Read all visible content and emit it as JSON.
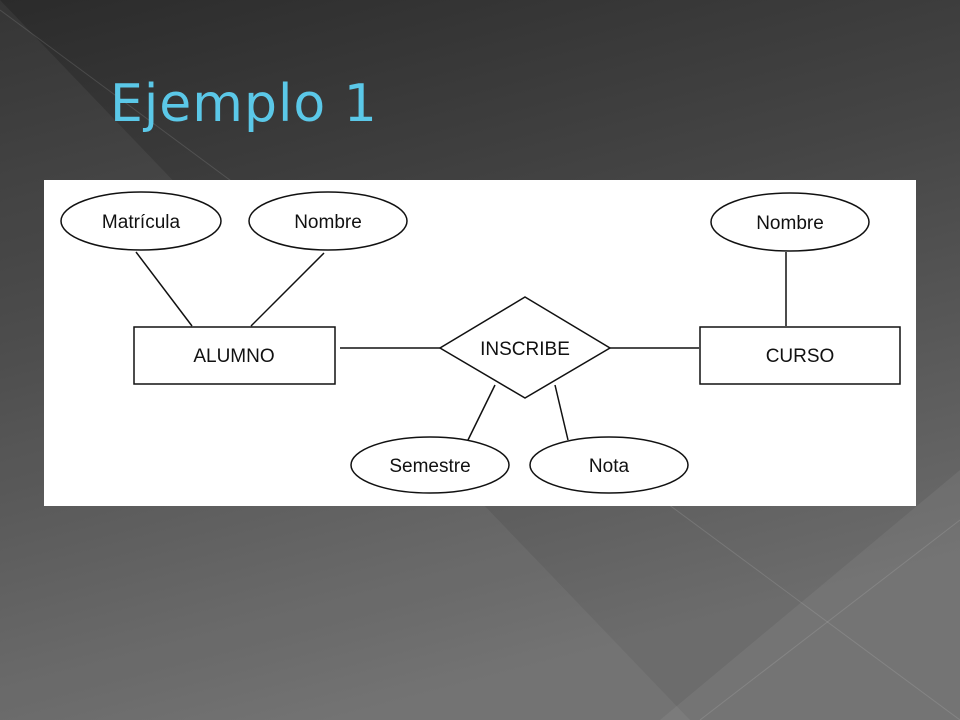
{
  "slide": {
    "title": "Ejemplo 1",
    "title_color": "#5bc8e8",
    "bg_dark": "#2b2b2b",
    "bg_mid": "#454545",
    "bg_light": "#6c6c6c"
  },
  "diagram": {
    "entities": {
      "alumno": "ALUMNO",
      "curso": "CURSO"
    },
    "relationship": "INSCRIBE",
    "attributes": {
      "matricula": "Matrícula",
      "alumno_nombre": "Nombre",
      "curso_nombre": "Nombre",
      "semestre": "Semestre",
      "nota": "Nota"
    }
  }
}
